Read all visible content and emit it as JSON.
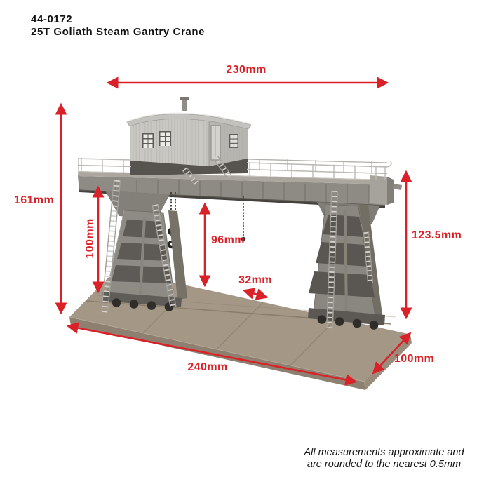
{
  "header": {
    "product_code": "44-0172",
    "product_name": "25T Goliath Steam Gantry Crane"
  },
  "dimensions": {
    "overall_width": "230mm",
    "overall_height": "161mm",
    "leg_inner_height": "100mm",
    "under_girder_clearance": "96mm",
    "track_gauge": "32mm",
    "side_height": "123.5mm",
    "base_length": "240mm",
    "base_depth": "100mm"
  },
  "footnote": {
    "line1": "All measurements approximate and",
    "line2": "are rounded to the nearest 0.5mm"
  },
  "colors": {
    "dimension_accent": "#da2128",
    "text": "#111111",
    "background": "#ffffff",
    "crane_grey": "#8e8a84",
    "cab_grey": "#c9c8c3",
    "base_taupe": "#a59786"
  }
}
